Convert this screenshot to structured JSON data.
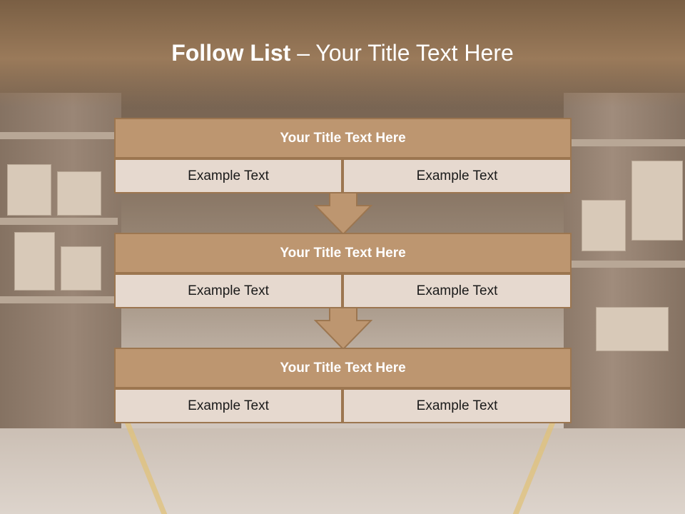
{
  "slide": {
    "title_bold": "Follow List",
    "title_rest": " – Your Title Text Here"
  },
  "blocks": [
    {
      "title": "Your Title Text Here",
      "left": "Example Text",
      "right": "Example Text"
    },
    {
      "title": "Your Title Text Here",
      "left": "Example Text",
      "right": "Example Text"
    },
    {
      "title": "Your Title Text Here",
      "left": "Example Text",
      "right": "Example Text"
    }
  ],
  "colors": {
    "title_fill": "#bd9670",
    "cell_fill": "#e6d9cf",
    "border": "#9c7650"
  }
}
